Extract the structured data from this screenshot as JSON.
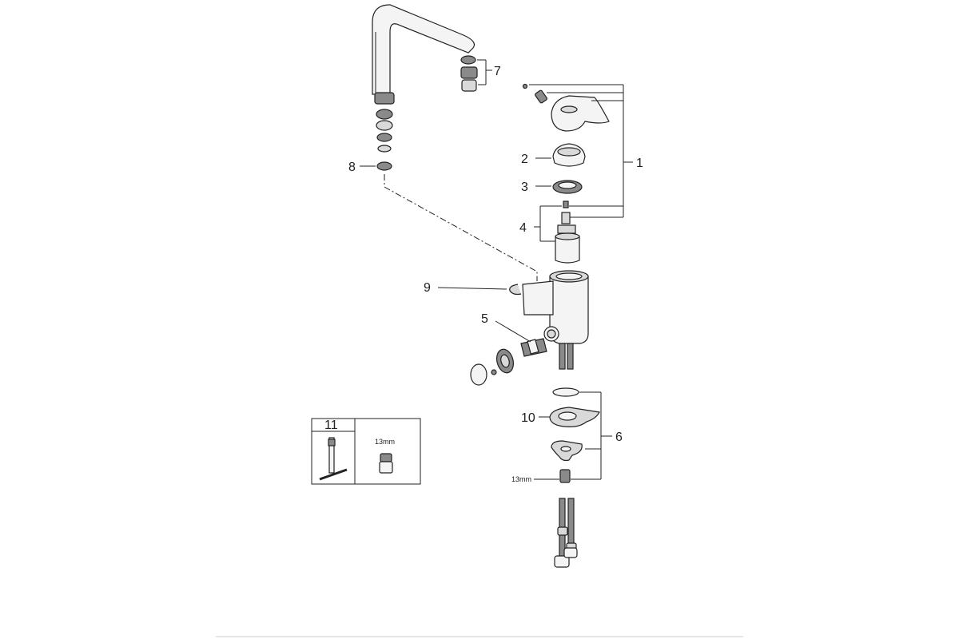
{
  "callouts": {
    "c1": "1",
    "c2": "2",
    "c3": "3",
    "c4": "4",
    "c5": "5",
    "c6": "6",
    "c7": "7",
    "c8": "8",
    "c9": "9",
    "c10": "10",
    "c11": "11"
  },
  "dimensions": {
    "wrench_size_box": "13mm",
    "nut_size": "13mm"
  }
}
